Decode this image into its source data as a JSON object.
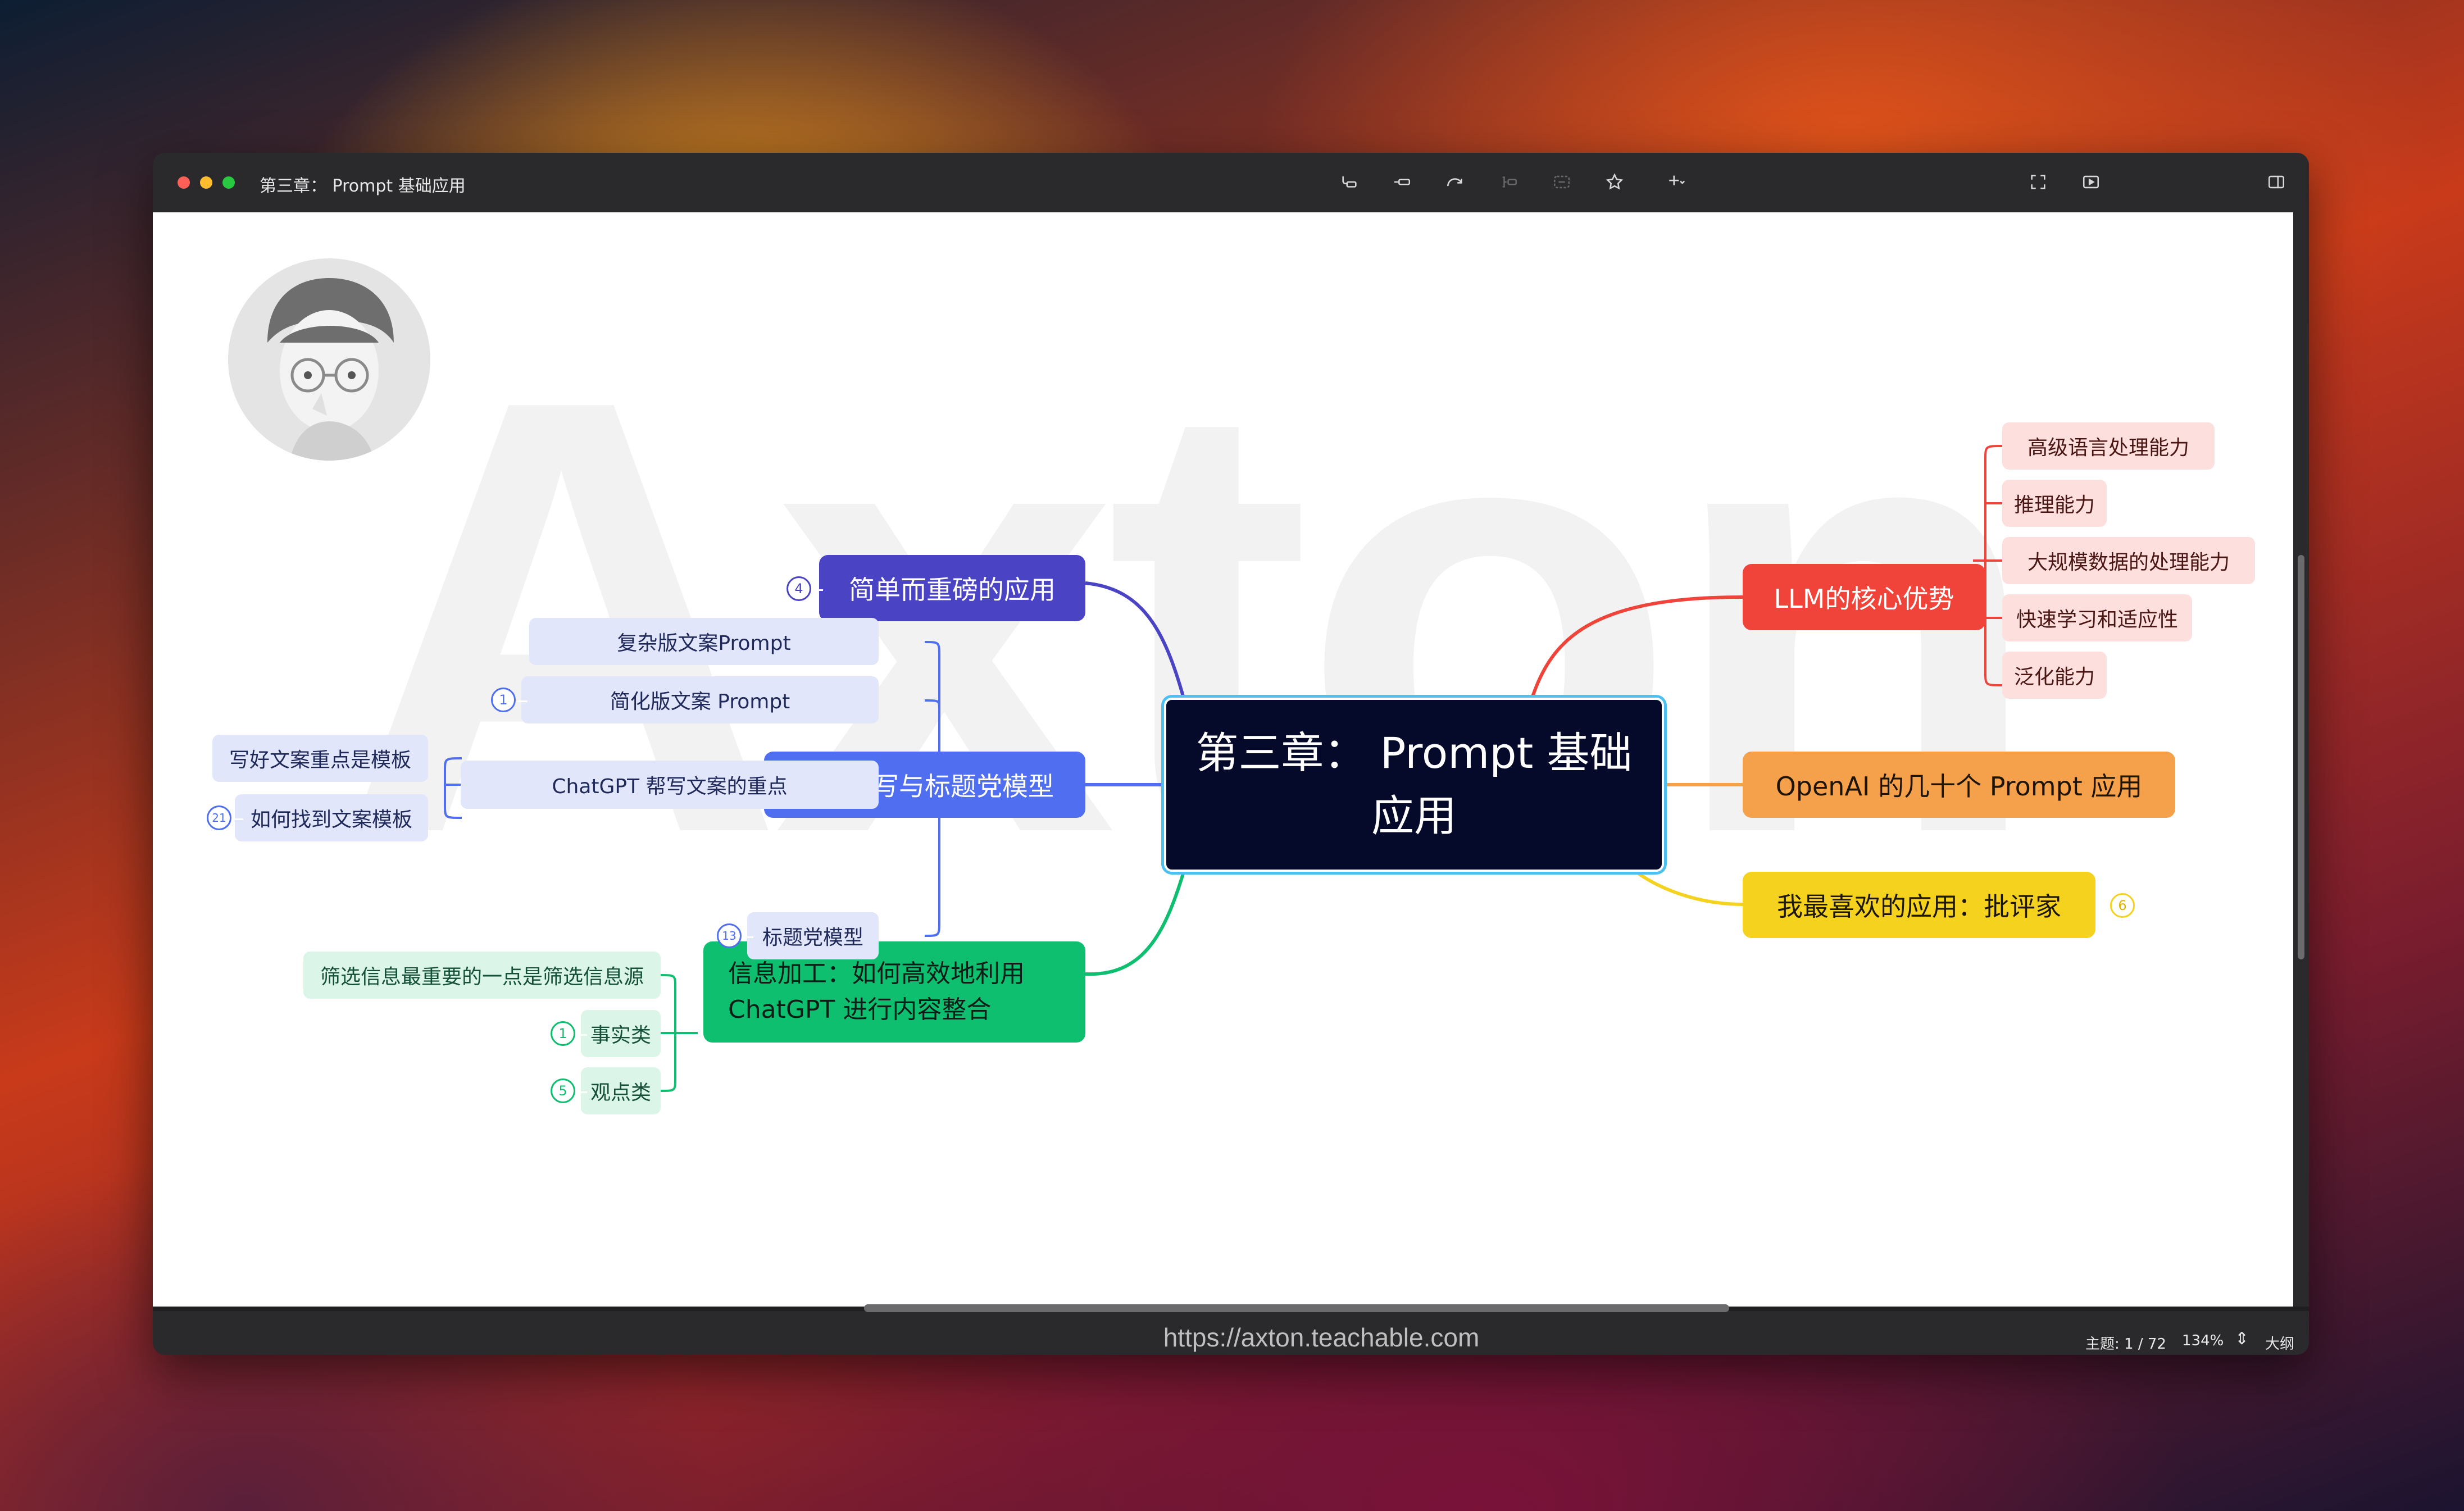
{
  "window": {
    "title": "第三章： Prompt 基础应用"
  },
  "toolbar": {
    "icons": [
      "subtopic-icon",
      "topic-icon",
      "relationship-icon",
      "summary-icon",
      "boundary-icon",
      "marker-icon",
      "insert-icon"
    ],
    "right_icons": [
      "zen-mode-icon",
      "pitch-icon",
      "panel-icon"
    ]
  },
  "watermark": "Axton",
  "mindmap": {
    "central": "第三章： Prompt 基础应用",
    "left": [
      {
        "label": "简单而重磅的应用",
        "badge": "4",
        "color": "#4a43c4"
      },
      {
        "label": "文案撰写与标题党模型",
        "color": "#4f6ef0",
        "children": [
          {
            "label": "复杂版文案Prompt"
          },
          {
            "label": "简化版文案 Prompt",
            "badge": "1"
          },
          {
            "label": "ChatGPT 帮写文案的重点",
            "children": [
              {
                "label": "写好文案重点是模板"
              },
              {
                "label": "如何找到文案模板",
                "badge": "21"
              }
            ]
          },
          {
            "label": "标题党模型",
            "badge": "13"
          }
        ]
      },
      {
        "label": "信息加工：如何高效地利用 ChatGPT 进行内容整合",
        "line1": "信息加工：如何高效地利用",
        "line2": "ChatGPT 进行内容整合",
        "color": "#0fbf70",
        "children": [
          {
            "label": "筛选信息最重要的一点是筛选信息源"
          },
          {
            "label": "事实类",
            "badge": "1"
          },
          {
            "label": "观点类",
            "badge": "5"
          }
        ]
      }
    ],
    "right": [
      {
        "label": "LLM的核心优势",
        "color": "#f0443a",
        "children": [
          {
            "label": "高级语言处理能力"
          },
          {
            "label": "推理能力"
          },
          {
            "label": "大规模数据的处理能力"
          },
          {
            "label": "快速学习和适应性"
          },
          {
            "label": "泛化能力"
          }
        ]
      },
      {
        "label": "OpenAI 的几十个 Prompt 应用",
        "color": "#f5a04a"
      },
      {
        "label": "我最喜欢的应用：批评家",
        "badge": "6",
        "color": "#f5d21e"
      }
    ]
  },
  "status": {
    "url": "https://axton.teachable.com",
    "topic_count": "主题: 1 / 72",
    "zoom": "134%",
    "outline": "大纲"
  }
}
